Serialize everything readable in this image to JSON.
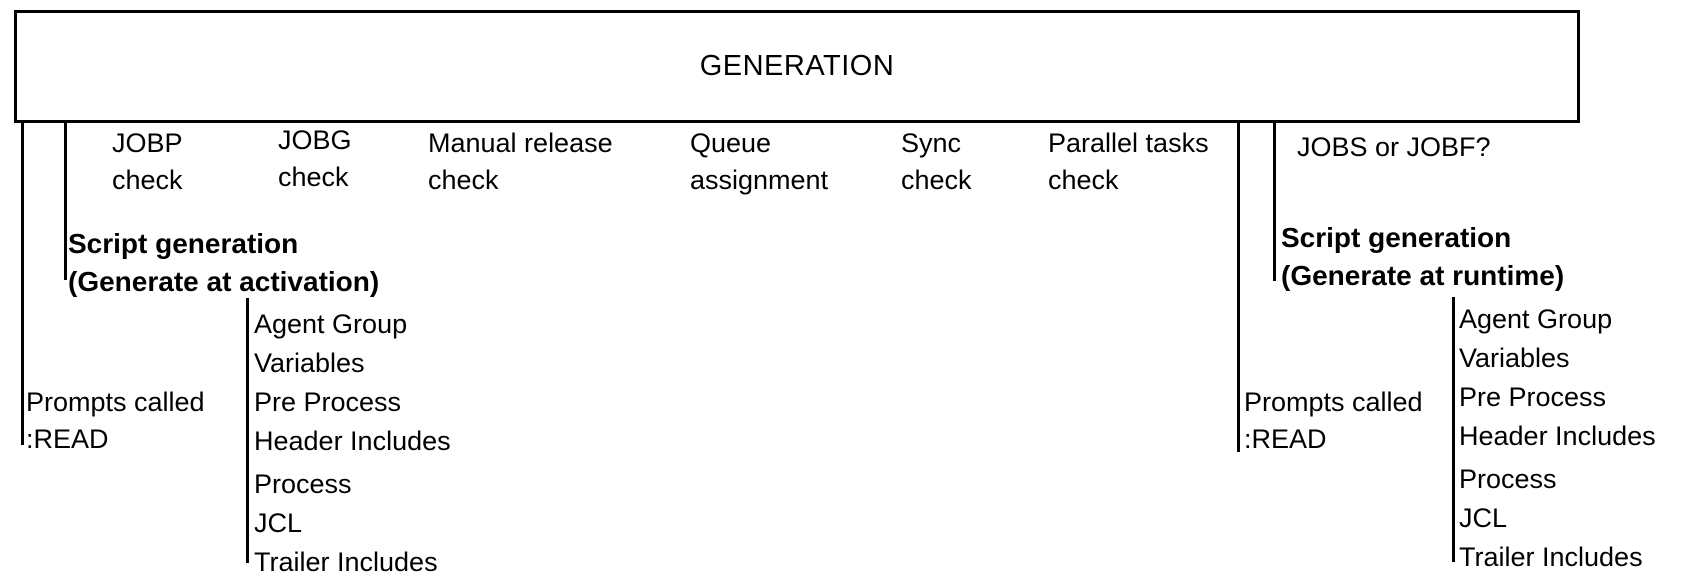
{
  "diagram": {
    "title": "GENERATION",
    "colors": {
      "line": "#000000",
      "text": "#000000",
      "background": "#ffffff"
    },
    "checks": [
      {
        "id": "jobp",
        "label": "JOBP\ncheck"
      },
      {
        "id": "jobg",
        "label": "JOBG\ncheck"
      },
      {
        "id": "manual-release",
        "label": "Manual release\ncheck"
      },
      {
        "id": "queue-assignment",
        "label": "Queue\nassignment"
      },
      {
        "id": "sync",
        "label": "Sync\ncheck"
      },
      {
        "id": "parallel-tasks",
        "label": "Parallel tasks\ncheck"
      }
    ],
    "question": "JOBS or JOBF?",
    "left_branch": {
      "script_generation": "Script generation\n(Generate at activation)",
      "prompts": "Prompts called\n:READ",
      "script_parts": [
        "Agent Group",
        "Variables",
        "Pre Process",
        "Header Includes",
        "Process",
        "JCL",
        "Trailer Includes"
      ]
    },
    "right_branch": {
      "script_generation": "Script generation\n(Generate at runtime)",
      "prompts": "Prompts called\n:READ",
      "script_parts": [
        "Agent Group",
        "Variables",
        "Pre Process",
        "Header Includes",
        "Process",
        "JCL",
        "Trailer Includes"
      ]
    }
  }
}
